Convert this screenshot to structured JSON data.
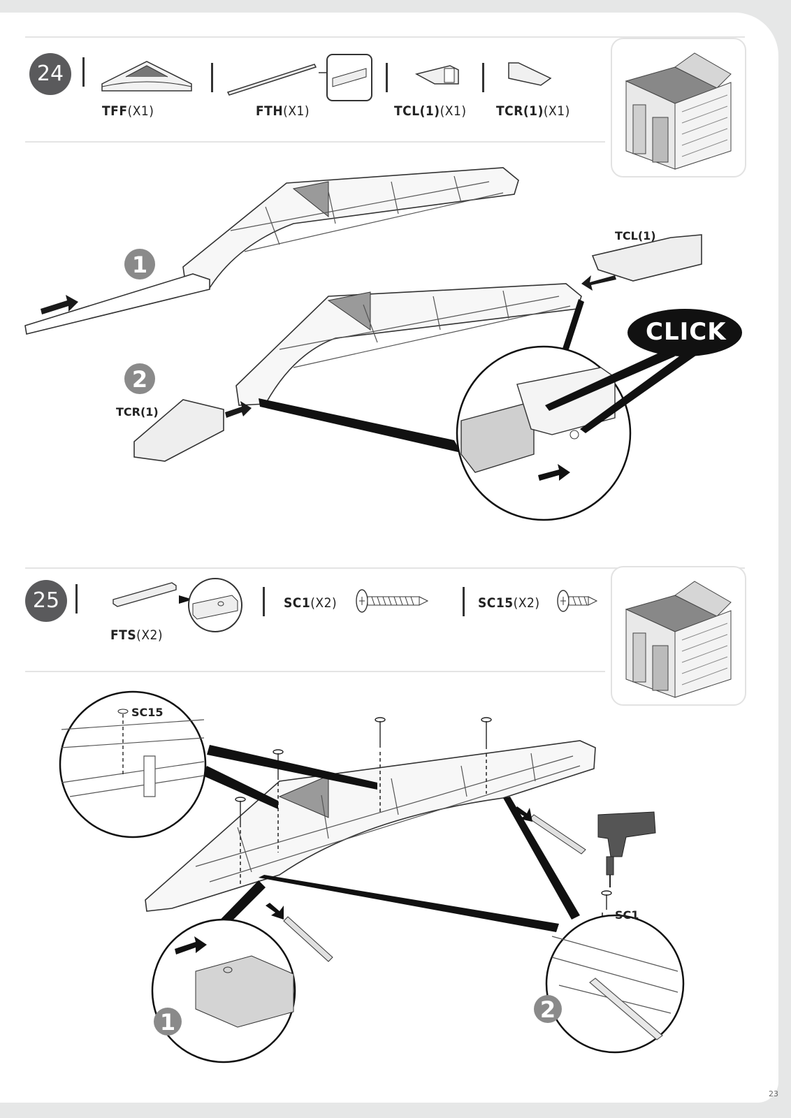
{
  "page_number": "23",
  "step24": {
    "number": "24",
    "parts": [
      {
        "code": "TFF",
        "qty": "(X1)"
      },
      {
        "code": "FTH",
        "qty": "(X1)"
      },
      {
        "code": "TCL(1)",
        "qty": "(X1)"
      },
      {
        "code": "TCR(1)",
        "qty": "(X1)"
      }
    ],
    "substep1": "1",
    "substep2": "2",
    "callout_tcl": "TCL(1)",
    "callout_tcr": "TCR(1)",
    "click_text": "CLICK"
  },
  "step25": {
    "number": "25",
    "parts": [
      {
        "code": "FTS",
        "qty": "(X2)"
      },
      {
        "code": "SC1",
        "qty": "(X2)"
      },
      {
        "code": "SC15",
        "qty": "(X2)"
      }
    ],
    "callout_sc15": "SC15",
    "callout_sc1": "SC1",
    "substep1": "1",
    "substep2": "2"
  },
  "icons": [
    "shed-progress-icon",
    "screw-icon",
    "drill-icon",
    "arrow-icon",
    "magnifier-circle-icon"
  ]
}
